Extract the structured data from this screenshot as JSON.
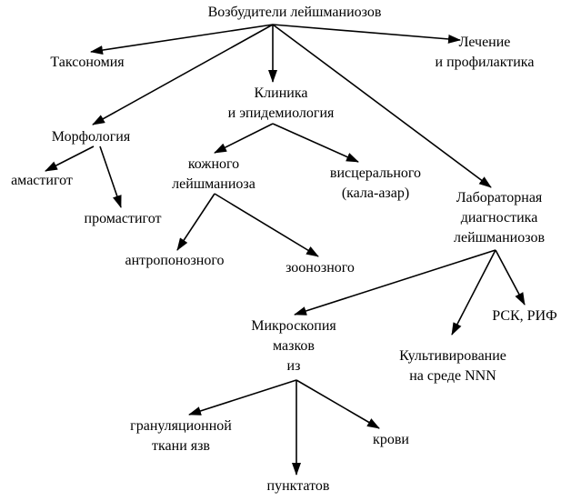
{
  "nodes": {
    "root": {
      "lines": [
        "Возбудители лейшманиозов"
      ]
    },
    "taxonomy": {
      "lines": [
        "Таксономия"
      ]
    },
    "treatment": {
      "lines": [
        "Лечение",
        "и профилактика"
      ]
    },
    "clinic": {
      "lines": [
        "Клиника",
        "и эпидемиология"
      ]
    },
    "morphology": {
      "lines": [
        "Морфология"
      ]
    },
    "amastigote": {
      "lines": [
        "амастигот"
      ]
    },
    "promastigote": {
      "lines": [
        "промастигот"
      ]
    },
    "cutaneous": {
      "lines": [
        "кожного",
        "лейшманиоза"
      ]
    },
    "visceral": {
      "lines": [
        "висцерального",
        "(кала-азар)"
      ]
    },
    "anthroponotic": {
      "lines": [
        "антропонозного"
      ]
    },
    "zoonotic": {
      "lines": [
        "зоонозного"
      ]
    },
    "lab": {
      "lines": [
        "Лабораторная",
        "диагностика",
        "лейшманиозов"
      ]
    },
    "microscopy": {
      "lines": [
        "Микроскопия",
        "мазков",
        "из"
      ]
    },
    "cultivation": {
      "lines": [
        "Культивирование",
        "на среде NNN"
      ]
    },
    "rsk": {
      "lines": [
        "РСК, РИФ"
      ]
    },
    "granulation": {
      "lines": [
        "грануляционной",
        "ткани язв"
      ]
    },
    "punctates": {
      "lines": [
        "пунктатов"
      ]
    },
    "blood": {
      "lines": [
        "крови"
      ]
    }
  },
  "edges": [
    {
      "from": "root",
      "to": "taxonomy"
    },
    {
      "from": "root",
      "to": "treatment"
    },
    {
      "from": "root",
      "to": "clinic"
    },
    {
      "from": "root",
      "to": "morphology"
    },
    {
      "from": "root",
      "to": "lab"
    },
    {
      "from": "morphology",
      "to": "amastigote"
    },
    {
      "from": "morphology",
      "to": "promastigote"
    },
    {
      "from": "clinic",
      "to": "cutaneous"
    },
    {
      "from": "clinic",
      "to": "visceral"
    },
    {
      "from": "cutaneous",
      "to": "anthroponotic"
    },
    {
      "from": "cutaneous",
      "to": "zoonotic"
    },
    {
      "from": "lab",
      "to": "microscopy"
    },
    {
      "from": "lab",
      "to": "cultivation"
    },
    {
      "from": "lab",
      "to": "rsk"
    },
    {
      "from": "microscopy",
      "to": "granulation"
    },
    {
      "from": "microscopy",
      "to": "punctates"
    },
    {
      "from": "microscopy",
      "to": "blood"
    }
  ]
}
